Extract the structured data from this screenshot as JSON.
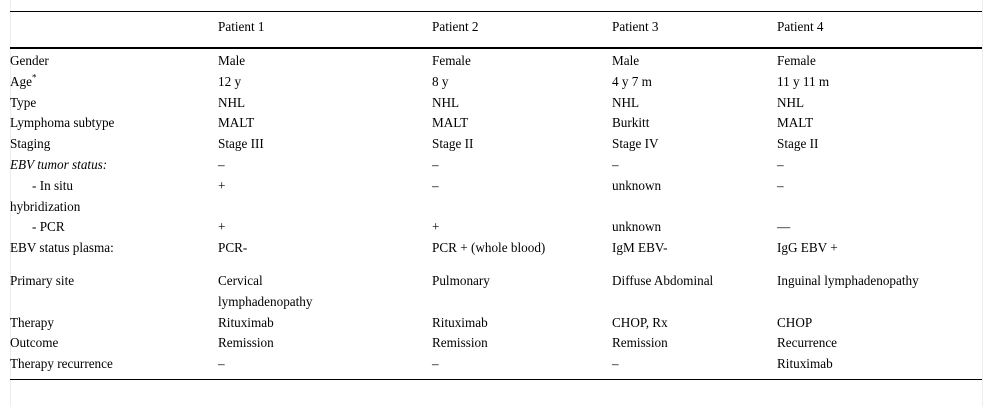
{
  "table": {
    "columns": [
      "",
      "Patient 1",
      "Patient 2",
      "Patient 3",
      "Patient 4"
    ],
    "rows": [
      {
        "label": "Gender",
        "values": [
          "Male",
          "Female",
          "Male",
          "Female"
        ]
      },
      {
        "label": "Age",
        "label_superscript": "*",
        "values": [
          "12 y",
          "8 y",
          "4 y 7 m",
          "11 y 11 m"
        ]
      },
      {
        "label": "Type",
        "values": [
          "NHL",
          "NHL",
          "NHL",
          "NHL"
        ]
      },
      {
        "label": "Lymphoma subtype",
        "values": [
          "MALT",
          "MALT",
          "Burkitt",
          "MALT"
        ]
      },
      {
        "label": "Staging",
        "values": [
          "Stage III",
          "Stage II",
          "Stage IV",
          "Stage II"
        ]
      },
      {
        "label": "EBV tumor status:",
        "style": "italic",
        "values": [
          "–",
          "–",
          "–",
          "–"
        ]
      },
      {
        "label": "- In situ hybridization",
        "style": "sub",
        "values": [
          "+",
          "–",
          "unknown",
          "–"
        ]
      },
      {
        "label": "- PCR",
        "style": "sub",
        "values": [
          "+",
          "+",
          "unknown",
          "—"
        ]
      },
      {
        "label": "EBV status plasma:",
        "values": [
          "PCR-",
          "PCR + (whole blood)",
          "IgM EBV-",
          "IgG EBV +"
        ]
      },
      {
        "label": "Primary site",
        "values": [
          "Cervical lymphadenopathy",
          "Pulmonary",
          "Diffuse Abdominal",
          "Inguinal lymphadenopathy"
        ]
      },
      {
        "label": "Therapy",
        "values": [
          "Rituximab",
          "Rituximab",
          "CHOP, Rx",
          "CHOP"
        ]
      },
      {
        "label": "Outcome",
        "values": [
          "Remission",
          "Remission",
          "Remission",
          "Recurrence"
        ]
      },
      {
        "label": "Therapy recurrence",
        "values": [
          "–",
          "–",
          "–",
          "Rituximab"
        ]
      }
    ]
  },
  "colors": {
    "text": "#000000",
    "rule": "#000000",
    "page_frame": "#ededed",
    "background": "#ffffff"
  }
}
